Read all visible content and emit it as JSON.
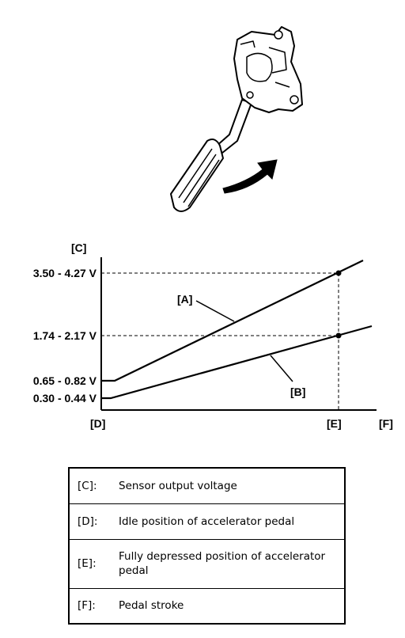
{
  "labels": {
    "c": "[C]",
    "d": "[D]",
    "e": "[E]",
    "f": "[F]",
    "a": "[A]",
    "b": "[B]"
  },
  "voltages": {
    "a_high": "3.50 - 4.27 V",
    "b_high": "1.74 - 2.17 V",
    "a_low": "0.65 - 0.82 V",
    "b_low": "0.30 - 0.44 V"
  },
  "legend": [
    {
      "key": "[C]:",
      "text": "Sensor output voltage"
    },
    {
      "key": "[D]:",
      "text": "Idle position of accelerator pedal"
    },
    {
      "key": "[E]:",
      "text": "Fully depressed position of accelerator pedal"
    },
    {
      "key": "[F]:",
      "text": "Pedal stroke"
    }
  ]
}
